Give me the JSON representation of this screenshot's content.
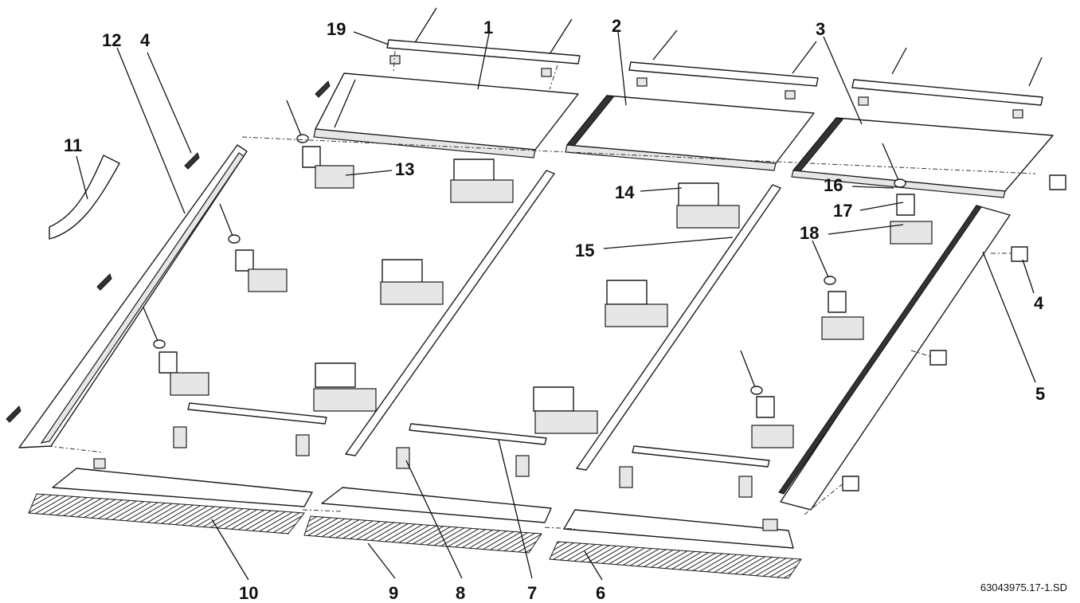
{
  "callouts": [
    {
      "id": "c1",
      "label": "1"
    },
    {
      "id": "c2",
      "label": "2"
    },
    {
      "id": "c3",
      "label": "3"
    },
    {
      "id": "c4a",
      "label": "4"
    },
    {
      "id": "c4b",
      "label": "4"
    },
    {
      "id": "c5",
      "label": "5"
    },
    {
      "id": "c6",
      "label": "6"
    },
    {
      "id": "c7",
      "label": "7"
    },
    {
      "id": "c8",
      "label": "8"
    },
    {
      "id": "c9",
      "label": "9"
    },
    {
      "id": "c10",
      "label": "10"
    },
    {
      "id": "c11",
      "label": "11"
    },
    {
      "id": "c12",
      "label": "12"
    },
    {
      "id": "c13",
      "label": "13"
    },
    {
      "id": "c14",
      "label": "14"
    },
    {
      "id": "c15",
      "label": "15"
    },
    {
      "id": "c16",
      "label": "16"
    },
    {
      "id": "c17",
      "label": "17"
    },
    {
      "id": "c18",
      "label": "18"
    },
    {
      "id": "c19",
      "label": "19"
    }
  ],
  "document_code": "63043975.17-1.SD",
  "colors": {
    "line": "#1a1a1a",
    "background": "#ffffff",
    "shade": "#e6e6e6"
  }
}
